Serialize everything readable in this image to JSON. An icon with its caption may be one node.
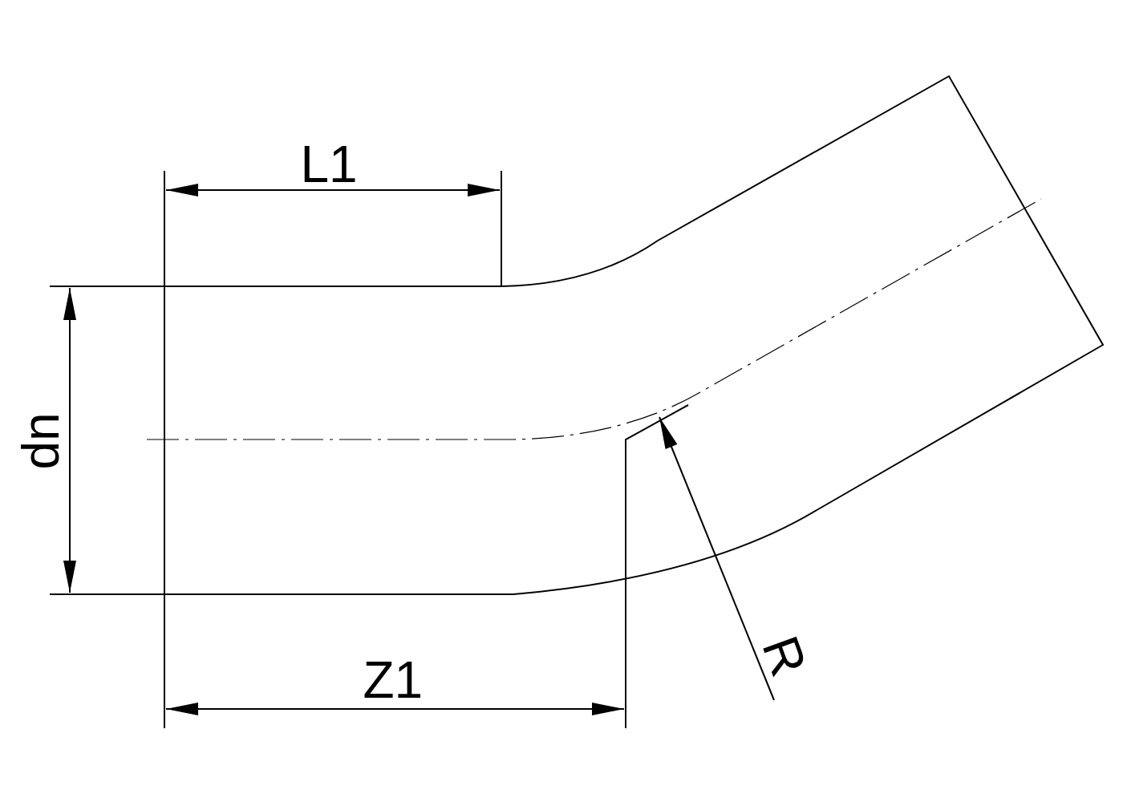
{
  "diagram": {
    "labels": [
      "L1",
      "dn",
      "Z1",
      "R"
    ]
  }
}
